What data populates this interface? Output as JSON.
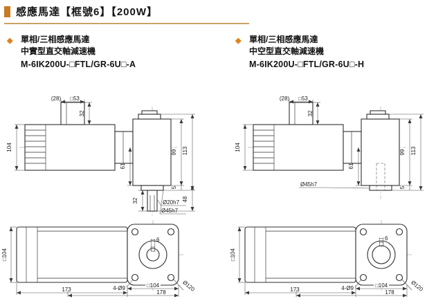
{
  "header": {
    "title": "感應馬達【框號6】【200W】"
  },
  "columns": [
    {
      "line1": "單相/三相感應馬達",
      "line2": "中實型直交軸減速機",
      "model": "M-6IK200U-□FTL/GR-6U□-A"
    },
    {
      "line1": "單相/三相感應馬達",
      "line2": "中空型直交軸減速機",
      "model": "M-6IK200U-□FTL/GR-6U□-H"
    }
  ],
  "dims": {
    "solid_side": {
      "c28": "(28)",
      "c53": "□53",
      "box32": "32",
      "m104": "104",
      "g61": "61",
      "g99": "99",
      "g113": "113",
      "f5": "5",
      "s48": "48",
      "s32": "32",
      "shaft_dia": "Ø20h7",
      "boss_dia": "Ø45h7"
    },
    "hollow_side": {
      "c28": "(28)",
      "c53": "□53",
      "box32": "32",
      "m104": "104",
      "g61": "61",
      "g99": "99",
      "g113": "113",
      "f5": "5",
      "bore_dia": "Ø45h7"
    },
    "solid_bottom": {
      "w104": "□104",
      "l173": "173",
      "key6": "6",
      "f104": "□104",
      "l178": "178",
      "holes": "4-Ø9",
      "bolt_circle": "Ø120"
    },
    "hollow_bottom": {
      "w104": "□104",
      "l173": "173",
      "key6": "6",
      "f104": "□104",
      "l178": "178",
      "holes": "4-Ø9",
      "bolt_circle": "Ø120"
    }
  }
}
